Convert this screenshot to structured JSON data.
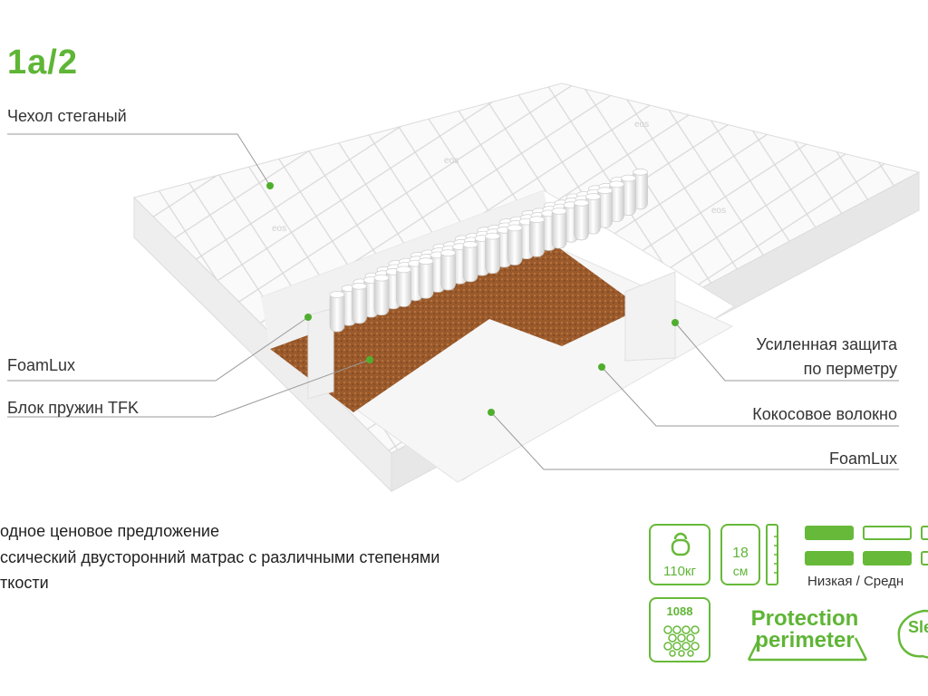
{
  "title": "1a/2",
  "callouts": {
    "cover": "Чехол стеганый",
    "foamlux_left": "FoamLux",
    "springs": "Блок пружин TFK",
    "perimeter_1": "Усиленная защита",
    "perimeter_2": "по перметру",
    "coconut": "Кокосовое волокно",
    "foamlux_right": "FoamLux"
  },
  "description": [
    "одное ценовое предложение",
    "ссический двусторонний матрас с различными степенями",
    "ткости"
  ],
  "badges": {
    "weight": "110кг",
    "height_value": "18",
    "height_unit": "см",
    "firmness": "Низкая / Средн",
    "spring_count": "1088",
    "protection_1": "Protection",
    "protection_2": "perimeter",
    "sleep": "Sle"
  },
  "colors": {
    "accent": "#5fb536",
    "coconut": "#9a5a2c",
    "marker": "#4fae2e"
  },
  "icons": [
    "kettlebell-icon",
    "height-ruler-icon",
    "springs-icon",
    "sleep-badge-icon"
  ]
}
